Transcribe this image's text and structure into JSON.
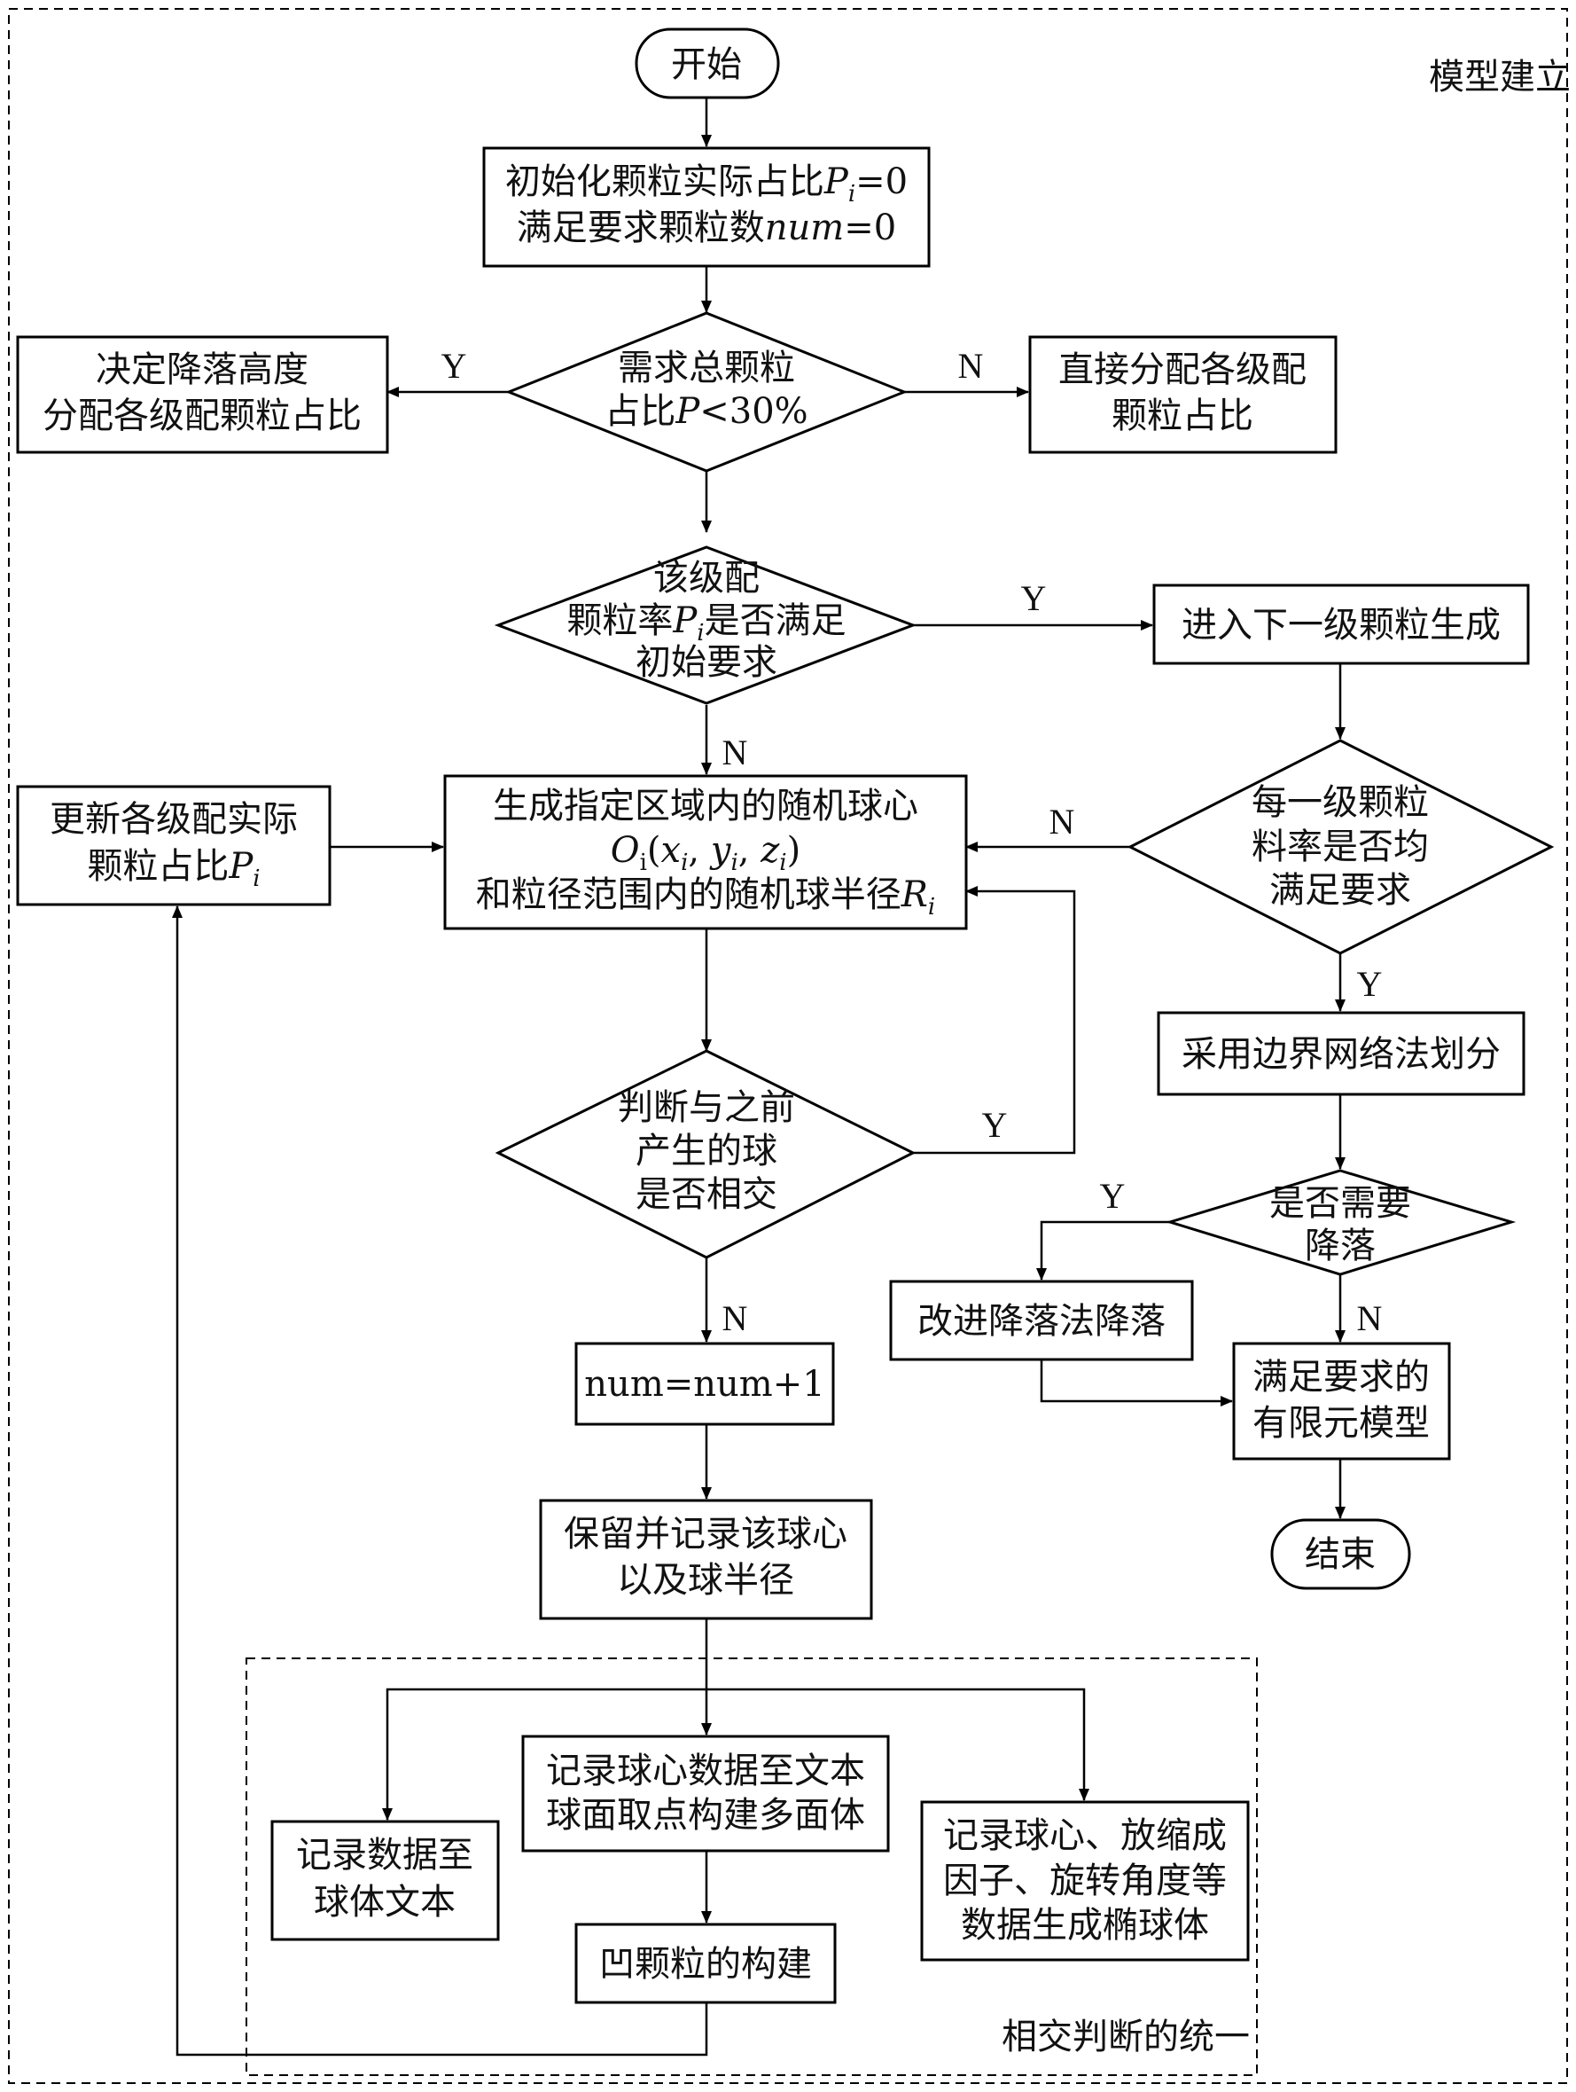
{
  "frame_label": "模型建立",
  "sub_frame_label": "相交判断的统一",
  "labels": {
    "yes": "Y",
    "no": "N"
  },
  "nodes": {
    "start": "开始",
    "init": {
      "line1": "初始化颗粒实际占比",
      "sym1": "P",
      "sub1": "i",
      "tail1": "=0",
      "line2": "满足要求颗粒数",
      "sym2": "num",
      "tail2": "=0"
    },
    "d_total": {
      "line1": "需求总颗粒",
      "line2_pre": "占比",
      "sym": "P",
      "line2_post": "<30%"
    },
    "left_alloc": {
      "line1": "决定降落高度",
      "line2": "分配各级配颗粒占比"
    },
    "right_alloc": {
      "line1": "直接分配各级配",
      "line2": "颗粒占比"
    },
    "d_grade": {
      "line1": "该级配",
      "line2_pre": "颗粒率",
      "sym": "P",
      "sub": "i",
      "line2_post": "是否满足",
      "line3": "初始要求"
    },
    "next_level": "进入下一级颗粒生成",
    "generate": {
      "line1": "生成指定区域内的随机球心",
      "o": "O",
      "oi": "i",
      "x": "x",
      "y": "y",
      "z": "z",
      "line3_pre": "和粒径范围内的随机球半径",
      "r": "R",
      "ri": "i"
    },
    "update": {
      "line1": "更新各级配实际",
      "line2_pre": "颗粒占比",
      "sym": "P",
      "sub": "i"
    },
    "d_each": {
      "line1": "每一级颗粒",
      "line2": "料率是否均",
      "line3": "满足要求"
    },
    "boundary": "采用边界网络法划分",
    "d_intersect": {
      "line1": "判断与之前",
      "line2": "产生的球",
      "line3": "是否相交"
    },
    "d_drop": {
      "line1": "是否需要",
      "line2": "降落"
    },
    "improved_drop": "改进降落法降落",
    "counter": "num=num+1",
    "fe_model": {
      "line1": "满足要求的",
      "line2": "有限元模型"
    },
    "end": "结束",
    "keep": {
      "line1": "保留并记录该球心",
      "line2": "以及球半径"
    },
    "record_text": {
      "line1": "记录球心数据至文本",
      "line2": "球面取点构建多面体"
    },
    "record_sphere": {
      "line1": "记录数据至",
      "line2": "球体文本"
    },
    "record_ellipsoid": {
      "line1": "记录球心、放缩成",
      "line2": "因子、旋转角度等",
      "line3": "数据生成椭球体"
    },
    "concave": "凹颗粒的构建"
  }
}
